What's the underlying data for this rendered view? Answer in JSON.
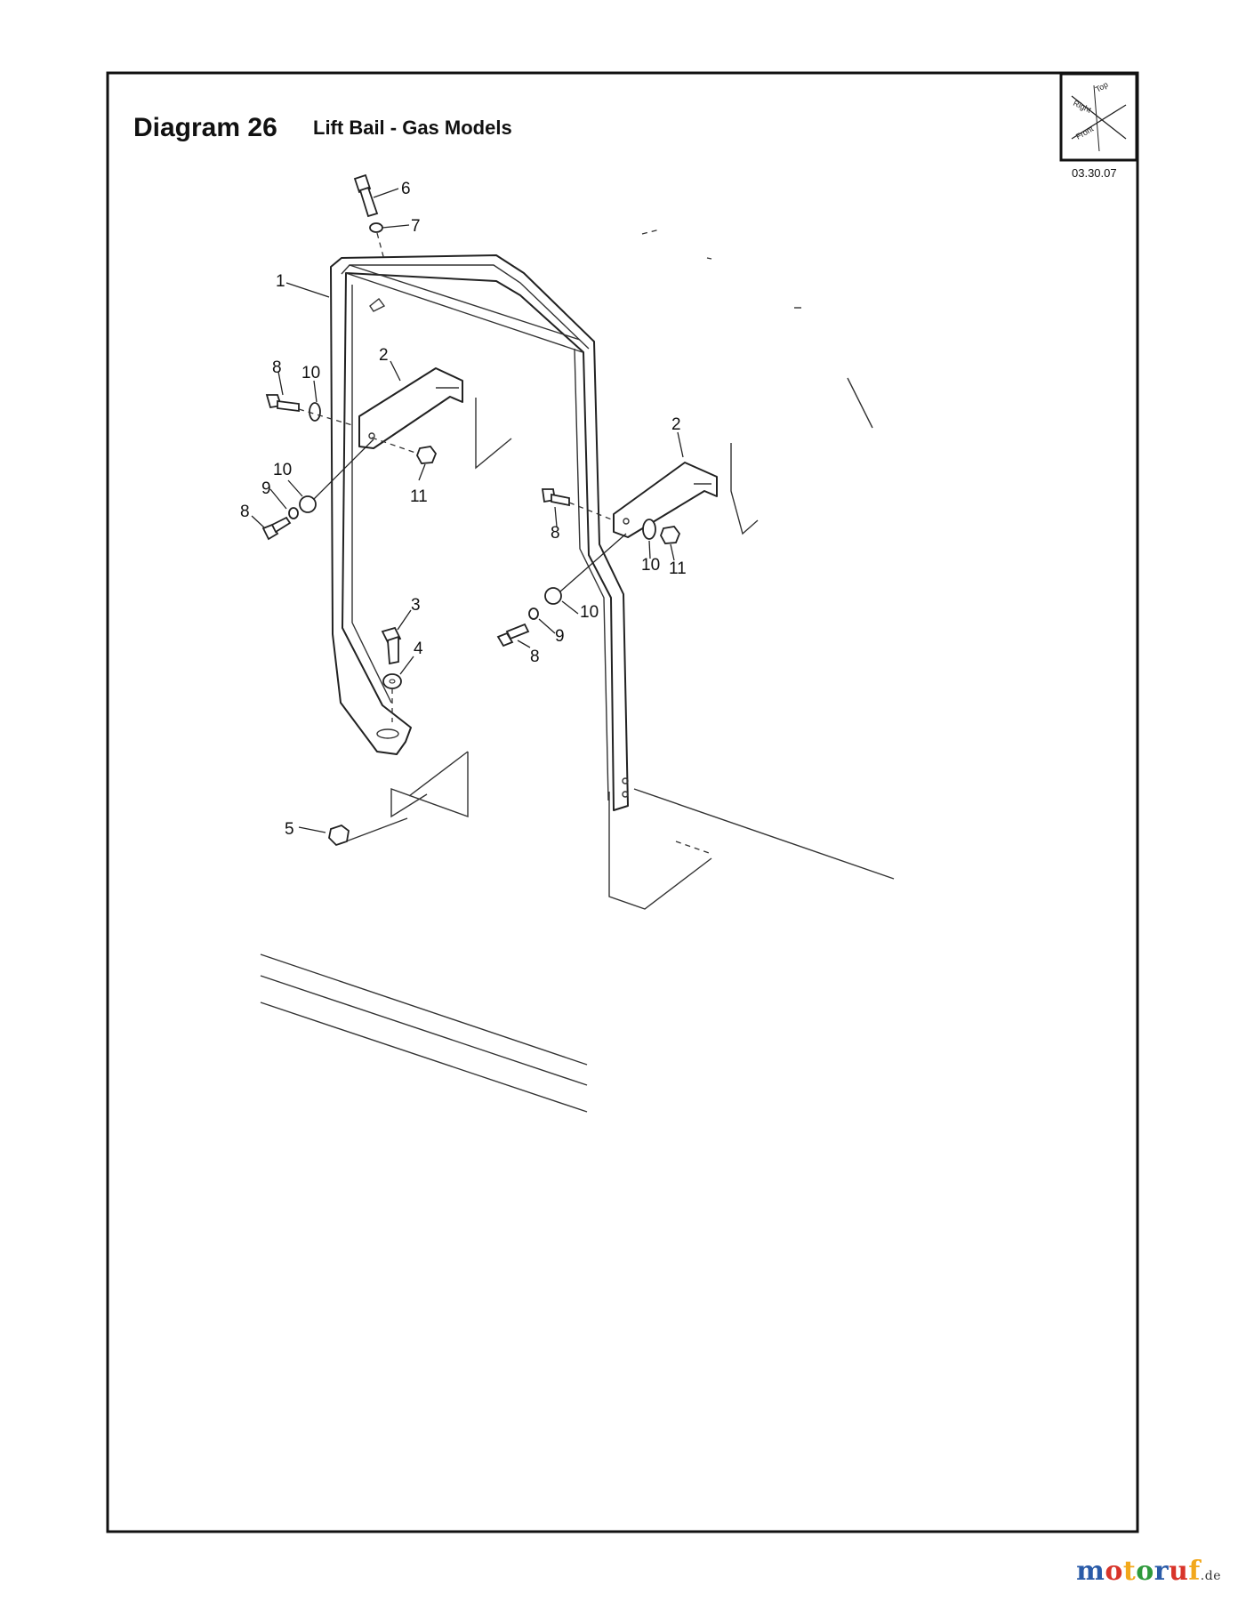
{
  "header": {
    "diagram_number": "Diagram 26",
    "title": "Lift Bail - Gas Models",
    "date_code": "03.30.07"
  },
  "orientation_icon": {
    "name": "orientation-axes-icon",
    "labels": [
      "Top",
      "Right",
      "Front"
    ]
  },
  "callouts": [
    {
      "id": "c1",
      "text": "1"
    },
    {
      "id": "c2a",
      "text": "2"
    },
    {
      "id": "c2b",
      "text": "2"
    },
    {
      "id": "c3",
      "text": "3"
    },
    {
      "id": "c4",
      "text": "4"
    },
    {
      "id": "c5",
      "text": "5"
    },
    {
      "id": "c6",
      "text": "6"
    },
    {
      "id": "c7",
      "text": "7"
    },
    {
      "id": "c8a",
      "text": "8"
    },
    {
      "id": "c8b",
      "text": "8"
    },
    {
      "id": "c8c",
      "text": "8"
    },
    {
      "id": "c8d",
      "text": "8"
    },
    {
      "id": "c9a",
      "text": "9"
    },
    {
      "id": "c9b",
      "text": "9"
    },
    {
      "id": "c10a",
      "text": "10"
    },
    {
      "id": "c10b",
      "text": "10"
    },
    {
      "id": "c10c",
      "text": "10"
    },
    {
      "id": "c10d",
      "text": "10"
    },
    {
      "id": "c11a",
      "text": "11"
    },
    {
      "id": "c11b",
      "text": "11"
    }
  ],
  "watermark": {
    "letters": [
      "m",
      "o",
      "t",
      "o",
      "r",
      "u",
      "f"
    ],
    "colors": [
      "#2a5ba8",
      "#d8342a",
      "#f2a81c",
      "#2e9a3c",
      "#2a5ba8",
      "#d8342a",
      "#f2a81c"
    ],
    "tld": ".de"
  }
}
